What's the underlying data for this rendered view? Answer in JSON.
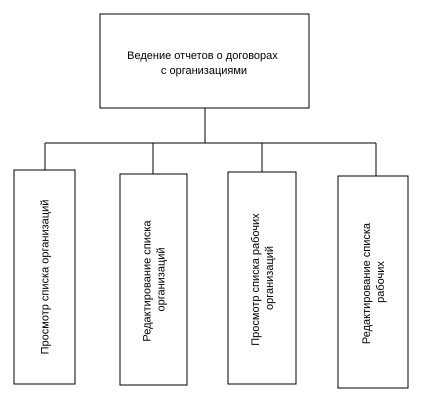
{
  "root": {
    "lines": [
      "Ведение отчетов о договорах",
      "с организациями"
    ]
  },
  "children": [
    {
      "lines": [
        "Просмотр списка организаций"
      ]
    },
    {
      "lines": [
        "Редактирование списка",
        "организаций"
      ]
    },
    {
      "lines": [
        "Просмотр списка рабочих",
        "организаций"
      ]
    },
    {
      "lines": [
        "Редактирование списка",
        "рабочих"
      ]
    }
  ]
}
